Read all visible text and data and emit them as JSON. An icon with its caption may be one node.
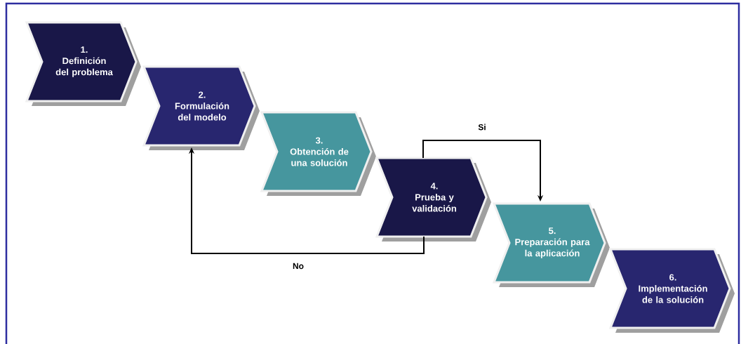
{
  "diagram": {
    "nodes": [
      {
        "text": [
          "1.",
          "Definición del problema"
        ]
      },
      {
        "text": [
          "2.",
          "Formulación del modelo"
        ]
      },
      {
        "text": [
          "3.",
          "Obtención de una solución"
        ]
      },
      {
        "text": [
          "4.",
          "Prueba y validación"
        ]
      },
      {
        "text": [
          "5.",
          "Preparación para la aplicación"
        ]
      },
      {
        "text": [
          "6.",
          "Implementación de la solución"
        ]
      }
    ],
    "edges": [
      {
        "from": 3,
        "to": 1,
        "arrow": "to",
        "label": "No"
      },
      {
        "from": 3,
        "to": 4,
        "arrow": "to",
        "label": "Si"
      }
    ]
  }
}
